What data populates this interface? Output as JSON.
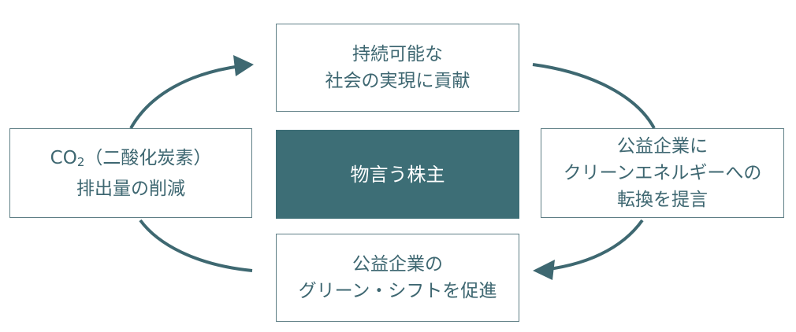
{
  "colors": {
    "accent": "#3d6e76",
    "arrow": "#3e6871",
    "text": "#3e6771",
    "border": "#5f7f86"
  },
  "diagram": {
    "center": "物言う株主",
    "top": [
      "持続可能な",
      "社会の実現に貢献"
    ],
    "right": [
      "公益企業に",
      "クリーンエネルギーへの",
      "転換を提言"
    ],
    "bottom": [
      "公益企業の",
      "グリーン・シフトを促進"
    ],
    "left": {
      "line1_prefix": "CO",
      "line1_sub": "2",
      "line1_suffix": "（二酸化炭素）",
      "line2": "排出量の削減"
    }
  }
}
